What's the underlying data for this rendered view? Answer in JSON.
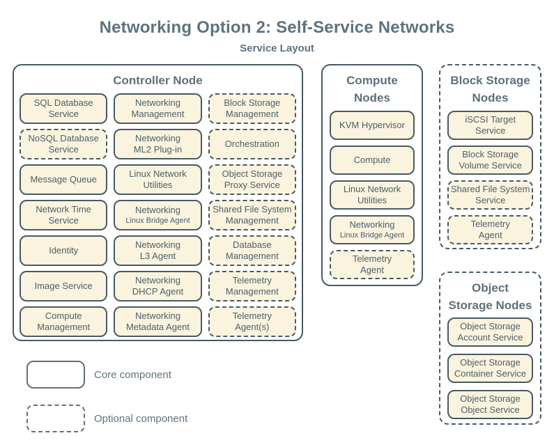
{
  "title": "Networking Option 2: Self-Service Networks",
  "subtitle": "Service Layout",
  "colors": {
    "background": "#ffffff",
    "box_fill": "#faf3dd",
    "border": "#485a63",
    "title_text": "#5d7380",
    "service_text": "#4b5f6a",
    "legend_text": "#61727c"
  },
  "nodes": [
    {
      "id": "controller",
      "title_lines": [
        "Controller Node"
      ],
      "optional": false,
      "columns": 3,
      "services": [
        {
          "lines": [
            "SQL Database",
            "Service"
          ],
          "optional": false
        },
        {
          "lines": [
            "Networking",
            "Management"
          ],
          "optional": false
        },
        {
          "lines": [
            "Block Storage",
            "Management"
          ],
          "optional": true
        },
        {
          "lines": [
            "NoSQL Database",
            "Service"
          ],
          "optional": true
        },
        {
          "lines": [
            "Networking",
            "ML2 Plug-in"
          ],
          "optional": false
        },
        {
          "lines": [
            "Orchestration"
          ],
          "optional": true
        },
        {
          "lines": [
            "Message Queue"
          ],
          "optional": false
        },
        {
          "lines": [
            "Linux Network",
            "Utilities"
          ],
          "optional": false
        },
        {
          "lines": [
            "Object Storage",
            "Proxy Service"
          ],
          "optional": true
        },
        {
          "lines": [
            "Network Time",
            "Service"
          ],
          "optional": false
        },
        {
          "lines": [
            "Networking",
            "Linux Bridge Agent"
          ],
          "optional": false,
          "small_last": true
        },
        {
          "lines": [
            "Shared File System",
            "Management"
          ],
          "optional": true
        },
        {
          "lines": [
            "Identity"
          ],
          "optional": false
        },
        {
          "lines": [
            "Networking",
            "L3 Agent"
          ],
          "optional": false
        },
        {
          "lines": [
            "Database",
            "Management"
          ],
          "optional": true
        },
        {
          "lines": [
            "Image Service"
          ],
          "optional": false
        },
        {
          "lines": [
            "Networking",
            "DHCP Agent"
          ],
          "optional": false
        },
        {
          "lines": [
            "Telemetry",
            "Management"
          ],
          "optional": true
        },
        {
          "lines": [
            "Compute",
            "Management"
          ],
          "optional": false
        },
        {
          "lines": [
            "Networking",
            "Metadata Agent"
          ],
          "optional": false
        },
        {
          "lines": [
            "Telemetry",
            "Agent(s)"
          ],
          "optional": true
        }
      ]
    },
    {
      "id": "compute",
      "title_lines": [
        "Compute",
        "Nodes"
      ],
      "optional": false,
      "columns": 1,
      "services": [
        {
          "lines": [
            "KVM Hypervisor"
          ],
          "optional": false
        },
        {
          "lines": [
            "Compute"
          ],
          "optional": false
        },
        {
          "lines": [
            "Linux Network",
            "Utilities"
          ],
          "optional": false
        },
        {
          "lines": [
            "Networking",
            "Linux Bridge Agent"
          ],
          "optional": false,
          "small_last": true
        },
        {
          "lines": [
            "Telemetry",
            "Agent"
          ],
          "optional": true
        }
      ]
    },
    {
      "id": "block-storage",
      "title_lines": [
        "Block Storage",
        "Nodes"
      ],
      "optional": true,
      "columns": 1,
      "services": [
        {
          "lines": [
            "iSCSI Target",
            "Service"
          ],
          "optional": false
        },
        {
          "lines": [
            "Block Storage",
            "Volume Service"
          ],
          "optional": false
        },
        {
          "lines": [
            "Shared File System",
            "Service"
          ],
          "optional": true
        },
        {
          "lines": [
            "Telemetry",
            "Agent"
          ],
          "optional": true
        }
      ]
    },
    {
      "id": "object-storage",
      "title_lines": [
        "Object",
        "Storage Nodes"
      ],
      "optional": true,
      "columns": 1,
      "services": [
        {
          "lines": [
            "Object Storage",
            "Account Service"
          ],
          "optional": false
        },
        {
          "lines": [
            "Object Storage",
            "Container Service"
          ],
          "optional": false
        },
        {
          "lines": [
            "Object Storage",
            "Object Service"
          ],
          "optional": false
        }
      ]
    }
  ],
  "legend": [
    {
      "style": "solid",
      "label": "Core component"
    },
    {
      "style": "dashed",
      "label": "Optional component"
    }
  ]
}
